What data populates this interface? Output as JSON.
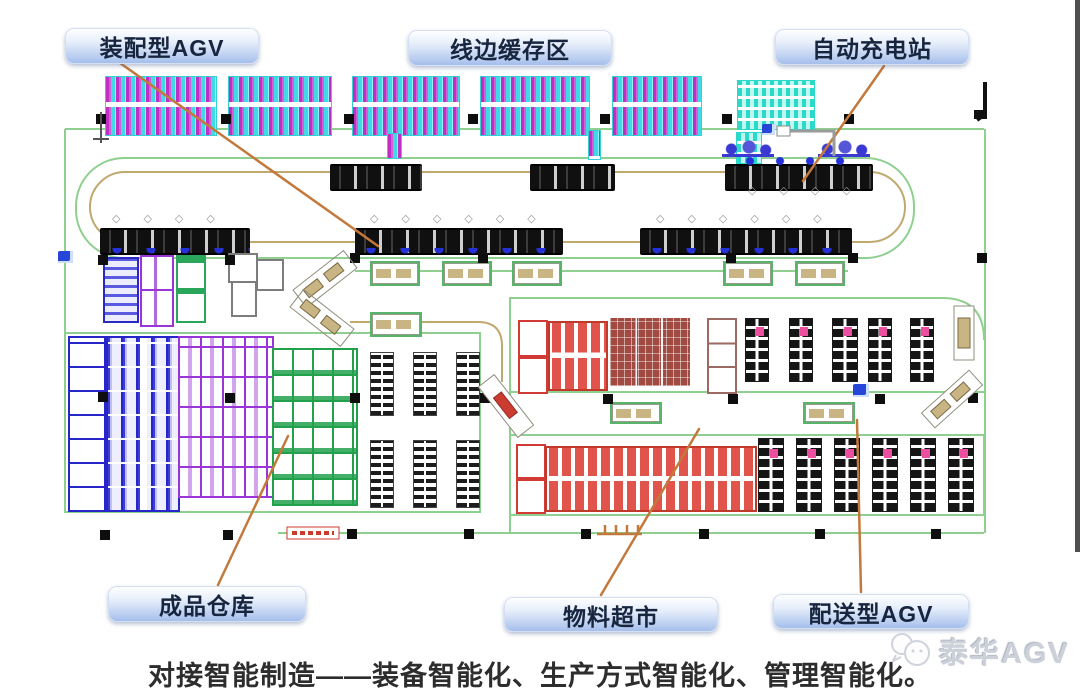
{
  "callouts": {
    "assembly_agv": "装配型AGV",
    "line_buffer": "线边缓存区",
    "charging_station": "自动充电站",
    "finished_warehouse": "成品仓库",
    "material_supermarket": "物料超市",
    "delivery_agv": "配送型AGV"
  },
  "caption": "对接智能制造——装备智能化、生产方式智能化、管理智能化。",
  "watermark": "泰华AGV",
  "glyphs": {
    "diamonds4": "◇◇◇◇",
    "diamonds6": "◇◇◇◇◇◇"
  },
  "colors": {
    "callout_fill": "#b9cdf0",
    "leader_line": "#c4793c",
    "boundary_green": "#8fcf8f",
    "loop_tan": "#bfa96f",
    "buffer_cyan": "#3fd9e8",
    "buffer_magenta": "#c02fc4",
    "warehouse_blue": "#2626c9",
    "warehouse_purple": "#9a35d8",
    "warehouse_green": "#22a14d",
    "supermarket_red": "#d23b35",
    "rack_black": "#151515",
    "rack_pink": "#ec4fa0",
    "agv_blue": "#2431d6"
  }
}
